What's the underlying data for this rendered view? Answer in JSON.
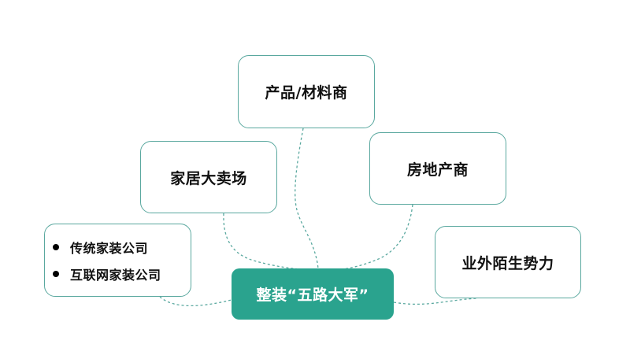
{
  "diagram": {
    "center": {
      "label": "整装“五路大军”"
    },
    "nodes": {
      "materials": {
        "label": "产品/材料商"
      },
      "home_store": {
        "label": "家居大卖场"
      },
      "real_estate": {
        "label": "房地产商"
      },
      "outsiders": {
        "label": "业外陌生势力"
      },
      "companies": {
        "items": [
          "传统家装公司",
          "互联网家装公司"
        ]
      }
    }
  },
  "colors": {
    "accent": "#2aa38e",
    "border": "#5aa89f",
    "text": "#111111"
  }
}
